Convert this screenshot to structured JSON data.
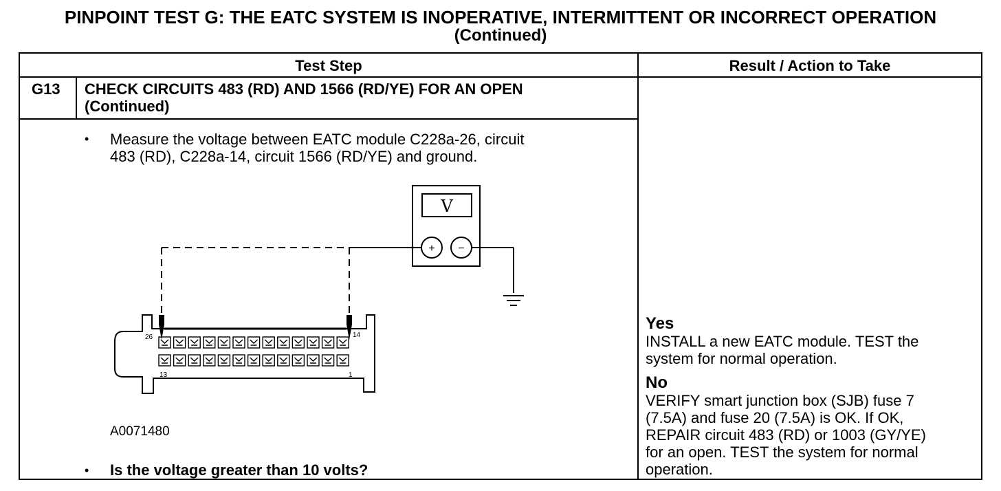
{
  "title": {
    "line1": "PINPOINT TEST  G: THE EATC SYSTEM IS INOPERATIVE, INTERMITTENT OR INCORRECT OPERATION",
    "line2": "(Continued)"
  },
  "table": {
    "header_step": "Test Step",
    "header_result": "Result / Action to Take",
    "step_id": "G13",
    "step_title_1": "CHECK CIRCUITS 483 (RD) AND 1566 (RD/YE) FOR AN OPEN",
    "step_title_2": "(Continued)",
    "bullet_1_line1": "Measure the voltage between EATC module C228a-26, circuit",
    "bullet_1_line2": "483 (RD), C228a-14, circuit 1566 (RD/YE) and ground.",
    "figure_id": "A0071480",
    "bullet_2": "Is the voltage greater than 10 volts?",
    "bullet_symbol": "•"
  },
  "diagram": {
    "meter_label": "V",
    "plus": "+",
    "minus": "−",
    "pin_26": "26",
    "pin_14": "14",
    "pin_13": "13",
    "pin_1": "1"
  },
  "result": {
    "yes_label": "Yes",
    "yes_1": "INSTALL a new EATC module. TEST the",
    "yes_2": "system for normal operation.",
    "no_label": "No",
    "no_1": "VERIFY smart junction box (SJB) fuse 7",
    "no_2": "(7.5A) and fuse 20 (7.5A) is OK. If OK,",
    "no_3": "REPAIR circuit 483 (RD) or 1003 (GY/YE)",
    "no_4": "for an open. TEST the system for normal",
    "no_5": "operation."
  }
}
